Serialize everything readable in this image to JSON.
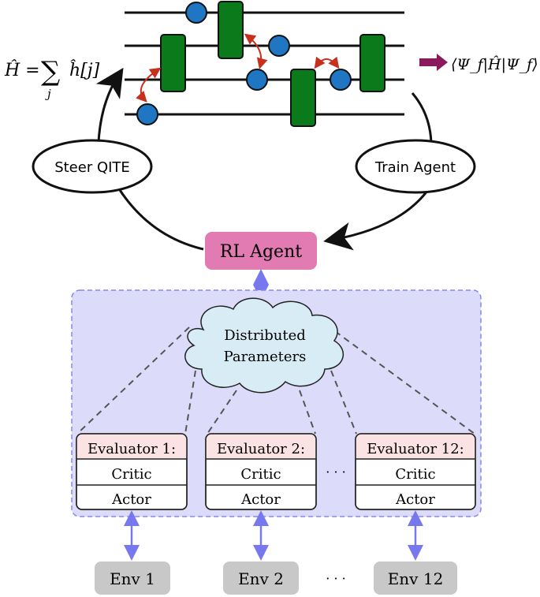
{
  "formulas": {
    "hamiltonian_lhs": "Ĥ = ",
    "sum_symbol": "∑",
    "sum_index": "j",
    "hamiltonian_term": "ĥ[j]",
    "expectation": "⟨Ψ_f|Ĥ|Ψ_f⟩"
  },
  "loop": {
    "steer_label": "Steer QITE",
    "train_label": "Train Agent"
  },
  "agent": {
    "label": "RL Agent"
  },
  "parameters": {
    "line1": "Distributed",
    "line2": "Parameters"
  },
  "evaluators": [
    {
      "title": "Evaluator 1:",
      "critic": "Critic",
      "actor": "Actor",
      "env": "Env 1"
    },
    {
      "title": "Evaluator 2:",
      "critic": "Critic",
      "actor": "Actor",
      "env": "Env 2"
    },
    {
      "title": "Evaluator 12:",
      "critic": "Critic",
      "actor": "Actor",
      "env": "Env 12"
    }
  ],
  "ellipsis": {
    "evaluators": "· · ·",
    "envs": "· · ·"
  },
  "colors": {
    "gate": "#0b7a1a",
    "qubit_dot": "#1f77c4",
    "swap_arrow": "#c8301e",
    "output_arrow": "#8b1a5c",
    "agent_box": "#e27bb1",
    "distributed_panel": "#dcdcfa",
    "cloud": "#d8ecf6",
    "evaluator_header": "#fce3e3",
    "link_arrow": "#7878ee",
    "env_box": "#c8c8c8"
  }
}
